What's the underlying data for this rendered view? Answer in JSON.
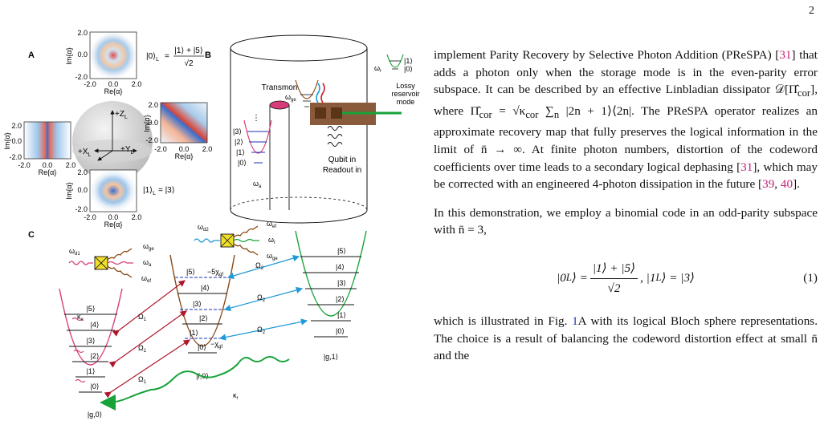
{
  "page_number": "2",
  "figure": {
    "panel_a": {
      "letter": "A",
      "im_axis": "Im{α}",
      "re_axis": "Re{α}",
      "ticks_y": [
        "2.0",
        "0.0",
        "-2.0"
      ],
      "ticks_x": [
        "-2.0",
        "0.0",
        "2.0"
      ],
      "state0_lhs": "|0⟩",
      "state0_sub": "L",
      "state0_eq": "=",
      "state0_num": "|1⟩ + |5⟩",
      "state0_den": "√2",
      "state1_lhs": "|1⟩",
      "state1_sub": "L",
      "state1_rhs": "= |3⟩",
      "axes": {
        "pz": "+Z",
        "pz_sub": "L",
        "px": "+X",
        "px_sub": "L",
        "py": "+Y",
        "py_sub": "L"
      }
    },
    "panel_b": {
      "letter": "B",
      "transmon": "Transmon",
      "omega_ge": "ω",
      "omega_ge_sub": "ge",
      "omega_r": "ω",
      "omega_r_sub": "r",
      "lossy": [
        "Lossy",
        "reservoir",
        "mode"
      ],
      "qubit_in": "Qubit in",
      "readout_in": "Readout in",
      "omega_a": "ω",
      "omega_a_sub": "a",
      "levels": [
        "|3⟩",
        "|2⟩",
        "|1⟩",
        "|0⟩"
      ],
      "dots": "⋮",
      "res_levels": [
        "|1⟩",
        "|0⟩"
      ]
    },
    "panel_c": {
      "letter": "C",
      "omega_d1": "ω",
      "omega_d1_sub": "d1",
      "omega_d2": "ω",
      "omega_d2_sub": "d2",
      "omega_ge": "ω",
      "omega_ge_sub": "ge",
      "omega_a": "ω",
      "omega_a_sub": "a",
      "omega_ef": "ω",
      "omega_ef_sub": "ef",
      "omega_r": "ω",
      "omega_r_sub": "r",
      "kappa_a": "κ",
      "kappa_a_sub": "a",
      "kappa_r": "κ",
      "kappa_r_sub": "r",
      "chi_label": "−5χ",
      "chi_sub": "gf",
      "chi_label2": "−χ",
      "omega1": "Ω",
      "omega1_sub": "1",
      "omega2": "Ω",
      "omega2_sub": "2",
      "left_levels": [
        "|5⟩",
        "|4⟩",
        "|3⟩",
        "|2⟩",
        "|1⟩",
        "|0⟩"
      ],
      "mid_levels": [
        "|5⟩",
        "|4⟩",
        "|3⟩",
        "|2⟩",
        "|1⟩",
        "|0⟩"
      ],
      "right_levels": [
        "|5⟩",
        "|4⟩",
        "|3⟩",
        "|2⟩",
        "|1⟩",
        "|0⟩"
      ],
      "well_left": "|g,0⟩",
      "well_mid": "|f,0⟩",
      "well_right": "|g,1⟩"
    }
  },
  "text": {
    "p1_a": "implement Parity Recovery by Selective Photon Addition (PReSPA) [",
    "p1_c1": "31",
    "p1_b": "] that adds a photon only when the storage mode is in the even-parity error subspace. It can be described by an effective Linbladian dissipator 𝒟[Π̂",
    "p1_sub1": "cor",
    "p1_c": "], where Π̂",
    "p1_sub2": "cor",
    "p1_d": " = √κ",
    "p1_sub3": "cor",
    "p1_e": " ∑",
    "p1_sub4": "n",
    "p1_f": " |2n + 1⟩⟨2n|. The PReSPA operator realizes an approximate recovery map that fully preserves the logical information in the limit of n̄ → ∞. At finite photon numbers, distortion of the codeword coefficients over time leads to a secondary logical dephasing [",
    "p1_c2": "31",
    "p1_g": "], which may be corrected with an engineered 4-photon dissipation in the future [",
    "p1_c3": "39",
    "p1_h": ", ",
    "p1_c4": "40",
    "p1_i": "].",
    "p2": "In this demonstration, we employ a binomial code in an odd-parity subspace with n̄ = 3,",
    "eq_lhs": "|0",
    "eq_lhs_sub": "L",
    "eq_lhs_end": "⟩ =",
    "eq_num": "|1⟩ + |5⟩",
    "eq_den": "√2",
    "eq_rhs": ", |1",
    "eq_rhs_sub": "L",
    "eq_rhs_end": "⟩ = |3⟩",
    "eq_no": "(1)",
    "p3_a": "which is illustrated in Fig. ",
    "p3_ref": "1",
    "p3_b": "A with its logical Bloch sphere representations. The choice is a result of balancing the codeword distortion effect at small n̄ and the"
  }
}
